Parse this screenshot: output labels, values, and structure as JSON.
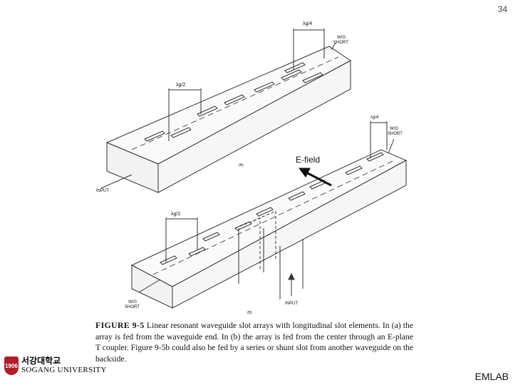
{
  "page_number": "34",
  "figure": {
    "label_quarter_wavelength": "λg/4",
    "label_half_wavelength": "λg/2",
    "label_wg_short": "W/G",
    "label_wg_short_2": "SHORT",
    "label_input": "INPUT",
    "label_e_field": "E-field",
    "label_a": "(A)",
    "label_b": "(B)"
  },
  "caption": {
    "figure_label": "FIGURE 9-5",
    "text": "Linear resonant waveguide slot arrays with longitudinal slot elements. In (a) the array is fed from the waveguide end. In (b) the array is fed from the center through an E-plane T coupler. Figure 9-5b could also be fed by a series or shunt slot from another waveguide on the backside."
  },
  "logo": {
    "seal_text": "1906",
    "korean_name": "서강대학교",
    "english_name": "SOGANG UNIVERSITY"
  },
  "footer_label": "EMLAB",
  "colors": {
    "line": "#333333",
    "accent_red": "#b01e2a"
  }
}
